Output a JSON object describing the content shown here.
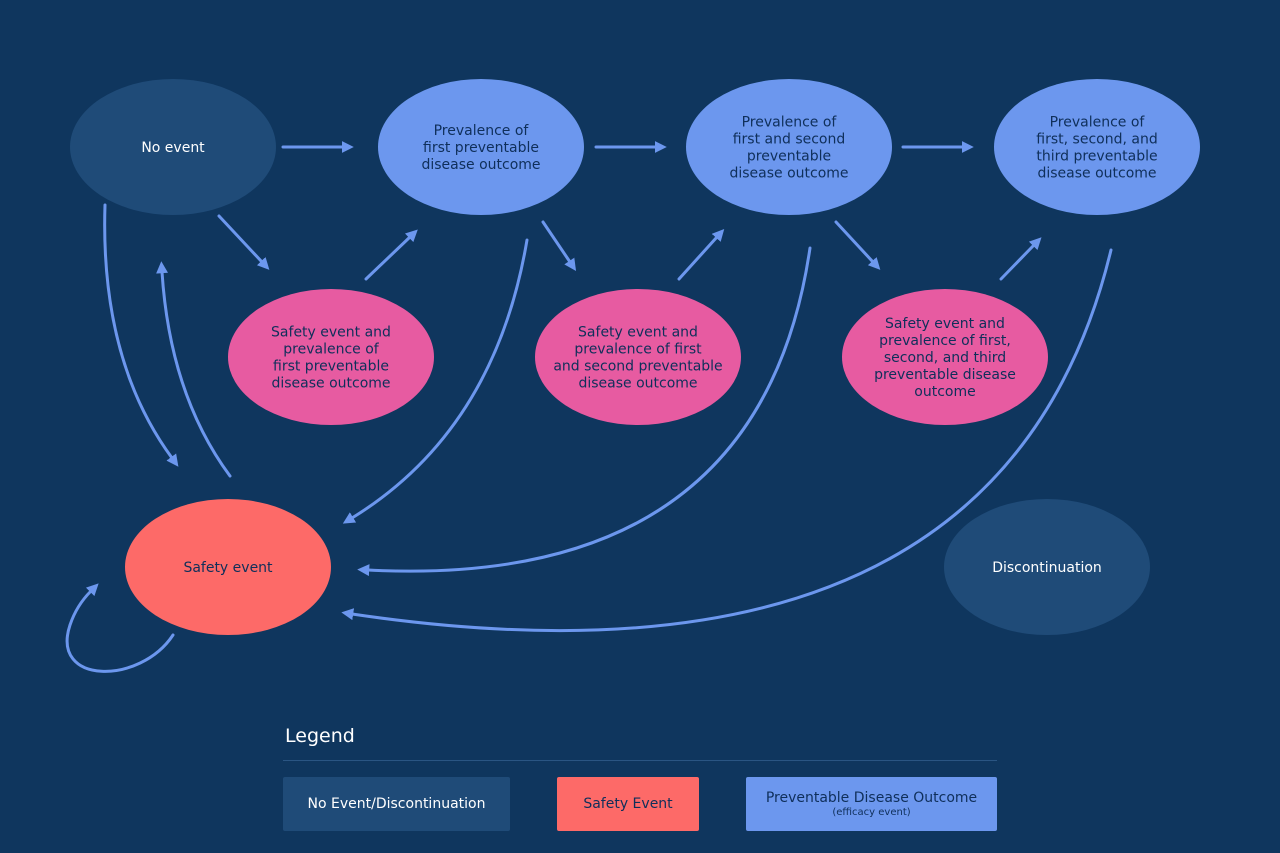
{
  "colors": {
    "background": "#0f365e",
    "no_event": "#1f4b78",
    "preventable_outcome": "#6c97ee",
    "safety_and_outcome": "#e75ba1",
    "safety_event": "#fd6a68",
    "arrow": "#6c97ee"
  },
  "nodes": {
    "no_event": {
      "lines": [
        "No event"
      ]
    },
    "prev1": {
      "lines": [
        "Prevalence of",
        "first preventable",
        "disease outcome"
      ]
    },
    "prev2": {
      "lines": [
        "Prevalence of",
        "first and second",
        "preventable",
        "disease outcome"
      ]
    },
    "prev3": {
      "lines": [
        "Prevalence of",
        "first, second, and",
        "third preventable",
        "disease outcome"
      ]
    },
    "se1": {
      "lines": [
        "Safety event and",
        "prevalence of",
        "first preventable",
        "disease outcome"
      ]
    },
    "se2": {
      "lines": [
        "Safety event and",
        "prevalence of first",
        "and second preventable",
        "disease outcome"
      ]
    },
    "se3": {
      "lines": [
        "Safety event and",
        "prevalence of first,",
        "second, and third",
        "preventable disease",
        "outcome"
      ]
    },
    "safety": {
      "lines": [
        "Safety event"
      ]
    },
    "discontinuation": {
      "lines": [
        "Discontinuation"
      ]
    }
  },
  "legend": {
    "title": "Legend",
    "no_event_label": "No Event/Discontinuation",
    "safety_label": "Safety Event",
    "pdo_label": "Preventable Disease Outcome",
    "pdo_sub": "(efficacy event)"
  }
}
